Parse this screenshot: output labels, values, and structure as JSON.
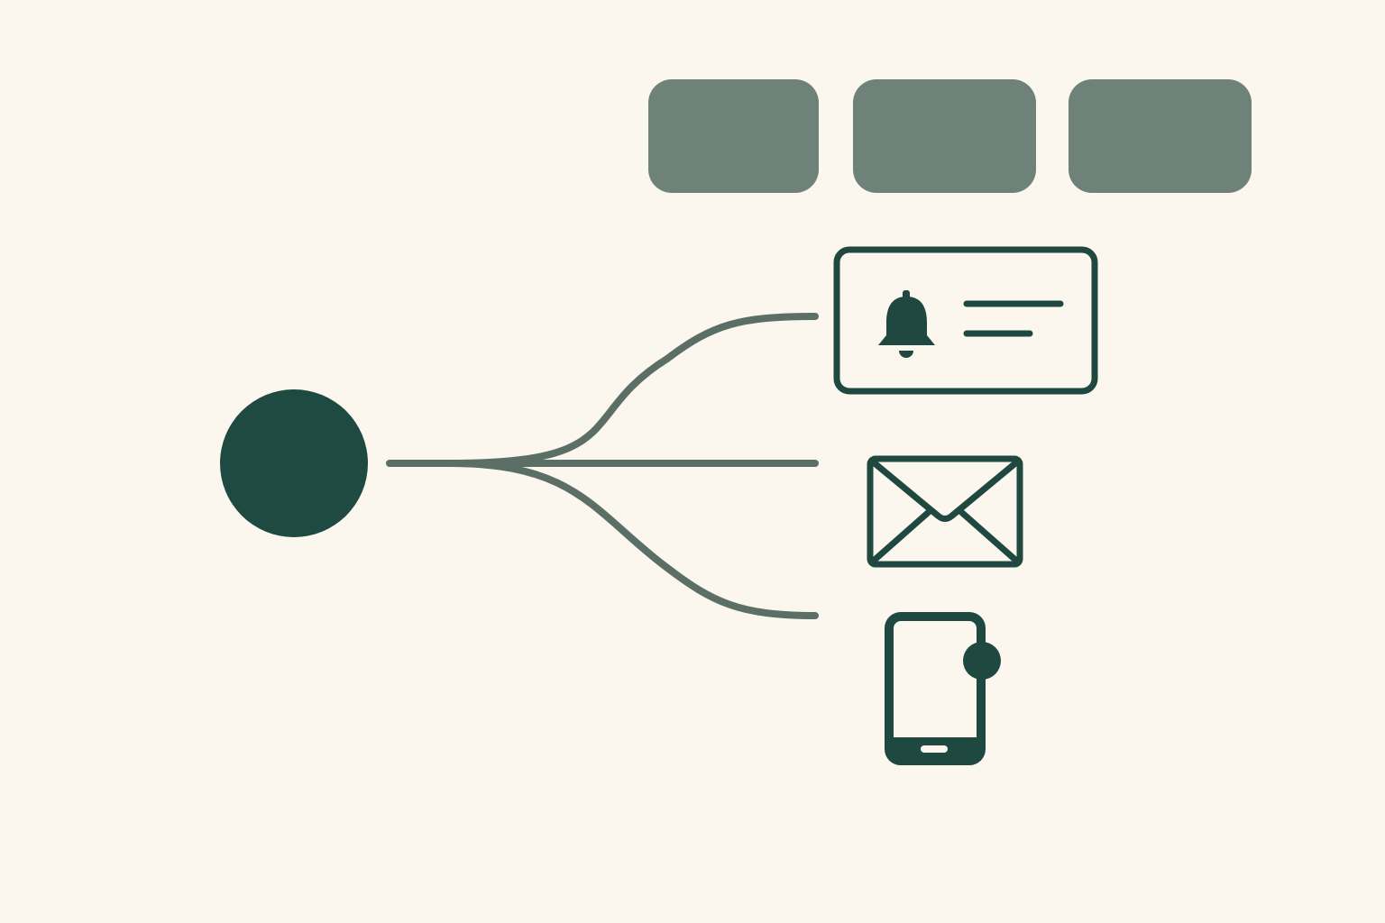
{
  "diagram": {
    "colors": {
      "background": "#fbf6ee",
      "placeholder_block": "#6e8279",
      "connector": "#5b6f66",
      "icon": "#1f4840",
      "source_node": "#1e4a42"
    },
    "placeholder_blocks": [
      {
        "name": "placeholder-block-1"
      },
      {
        "name": "placeholder-block-2"
      },
      {
        "name": "placeholder-block-3"
      }
    ],
    "source_node": {
      "name": "source-node",
      "shape": "filled-circle"
    },
    "branches": [
      {
        "name": "branch-to-notification",
        "target": "notification-card"
      },
      {
        "name": "branch-to-email",
        "target": "envelope-icon"
      },
      {
        "name": "branch-to-mobile",
        "target": "mobile-phone-icon"
      }
    ],
    "targets": [
      {
        "name": "notification-card",
        "icon": "bell-icon"
      },
      {
        "name": "email",
        "icon": "envelope-icon"
      },
      {
        "name": "mobile",
        "icon": "mobile-phone-icon"
      }
    ]
  }
}
